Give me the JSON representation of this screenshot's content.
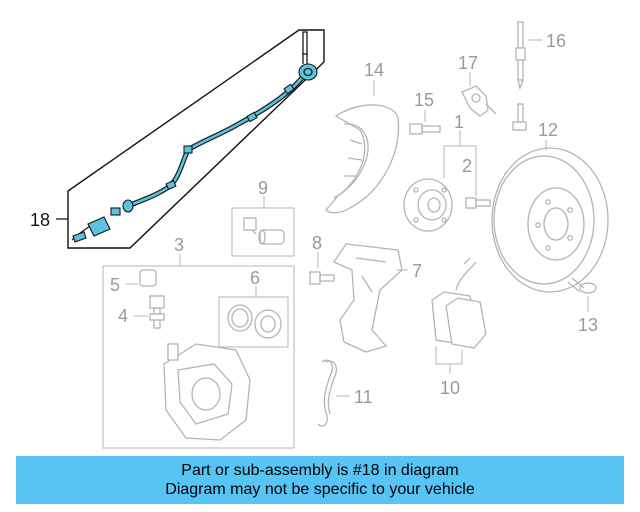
{
  "callouts": {
    "c1": "1",
    "c2": "2",
    "c3": "3",
    "c4": "4",
    "c5": "5",
    "c6": "6",
    "c7": "7",
    "c8": "8",
    "c9": "9",
    "c10": "10",
    "c11": "11",
    "c12": "12",
    "c13": "13",
    "c14": "14",
    "c15": "15",
    "c16": "16",
    "c17": "17",
    "c18": "18"
  },
  "highlight_color": "#5bc3e0",
  "banner": {
    "line1": "Part or sub-assembly is #18 in diagram",
    "line2": "Diagram may not be specific to your vehicle",
    "color": "#56c5f5"
  }
}
